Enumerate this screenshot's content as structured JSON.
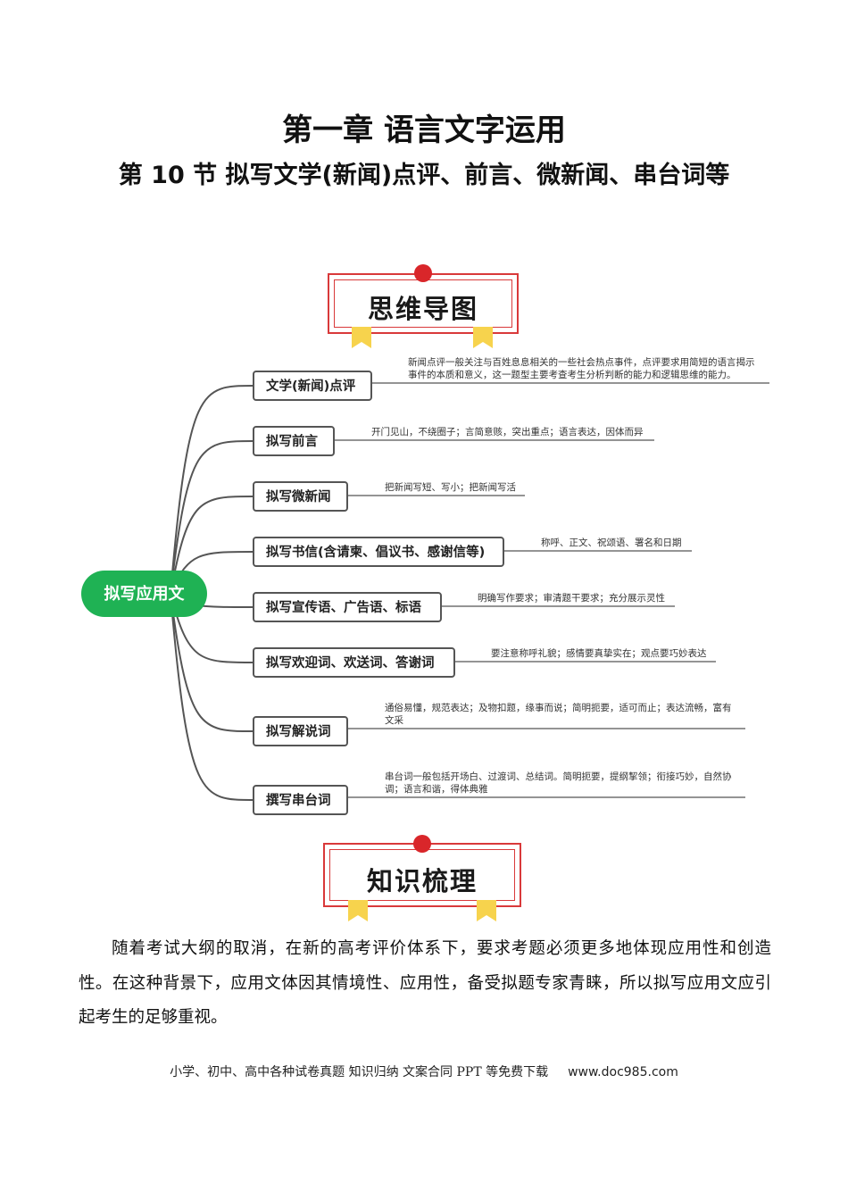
{
  "header": {
    "chapter_title": "第一章 语言文字运用",
    "section_title": "第 10 节 拟写文学(新闻)点评、前言、微新闻、串台词等"
  },
  "banners": {
    "mindmap_label": "思维导图",
    "knowledge_label": "知识梳理"
  },
  "mindmap": {
    "root": "拟写应用文",
    "branches": [
      {
        "label": "文学(新闻)点评",
        "desc": [
          "新闻点评一般关注与百姓息息相关的一些社会热点事件，点评要求用简短的语言揭示",
          "事件的本质和意义，这一题型主要考查考生分析判断的能力和逻辑思维的能力。"
        ]
      },
      {
        "label": "拟写前言",
        "desc": [
          "开门见山，不绕圈子；言简意赅，突出重点；语言表达，因体而异"
        ]
      },
      {
        "label": "拟写微新闻",
        "desc": [
          "把新闻写短、写小；把新闻写活"
        ]
      },
      {
        "label": "拟写书信(含请柬、倡议书、感谢信等)",
        "desc": [
          "称呼、正文、祝颂语、署名和日期"
        ]
      },
      {
        "label": "拟写宣传语、广告语、标语",
        "desc": [
          "明确写作要求；审清题干要求；充分展示灵性"
        ]
      },
      {
        "label": "拟写欢迎词、欢送词、答谢词",
        "desc": [
          "要注意称呼礼貌；感情要真挚实在；观点要巧妙表达"
        ]
      },
      {
        "label": "拟写解说词",
        "desc": [
          "通俗易懂，规范表达；及物扣题，缘事而说；简明扼要，适可而止；表达流畅，富有",
          "文采"
        ]
      },
      {
        "label": "撰写串台词",
        "desc": [
          "串台词一般包括开场白、过渡词、总结词。简明扼要，提纲挈领；衔接巧妙，自然协",
          "调；语言和谐，得体典雅"
        ]
      }
    ]
  },
  "body": {
    "paragraph": "随着考试大纲的取消，在新的高考评价体系下，要求考题必须更多地体现应用性和创造性。在这种背景下，应用文体因其情境性、应用性，备受拟题专家青睐，所以拟写应用文应引起考生的足够重视。"
  },
  "footer": {
    "text": "小学、初中、高中各种试卷真题  知识归纳  文案合同  PPT 等免费下载",
    "url": "www.doc985.com"
  },
  "colors": {
    "root_green": "#1fb254",
    "banner_red": "#d9393a",
    "ribbon_yellow": "#f7d34d",
    "line_gray": "#555555"
  }
}
